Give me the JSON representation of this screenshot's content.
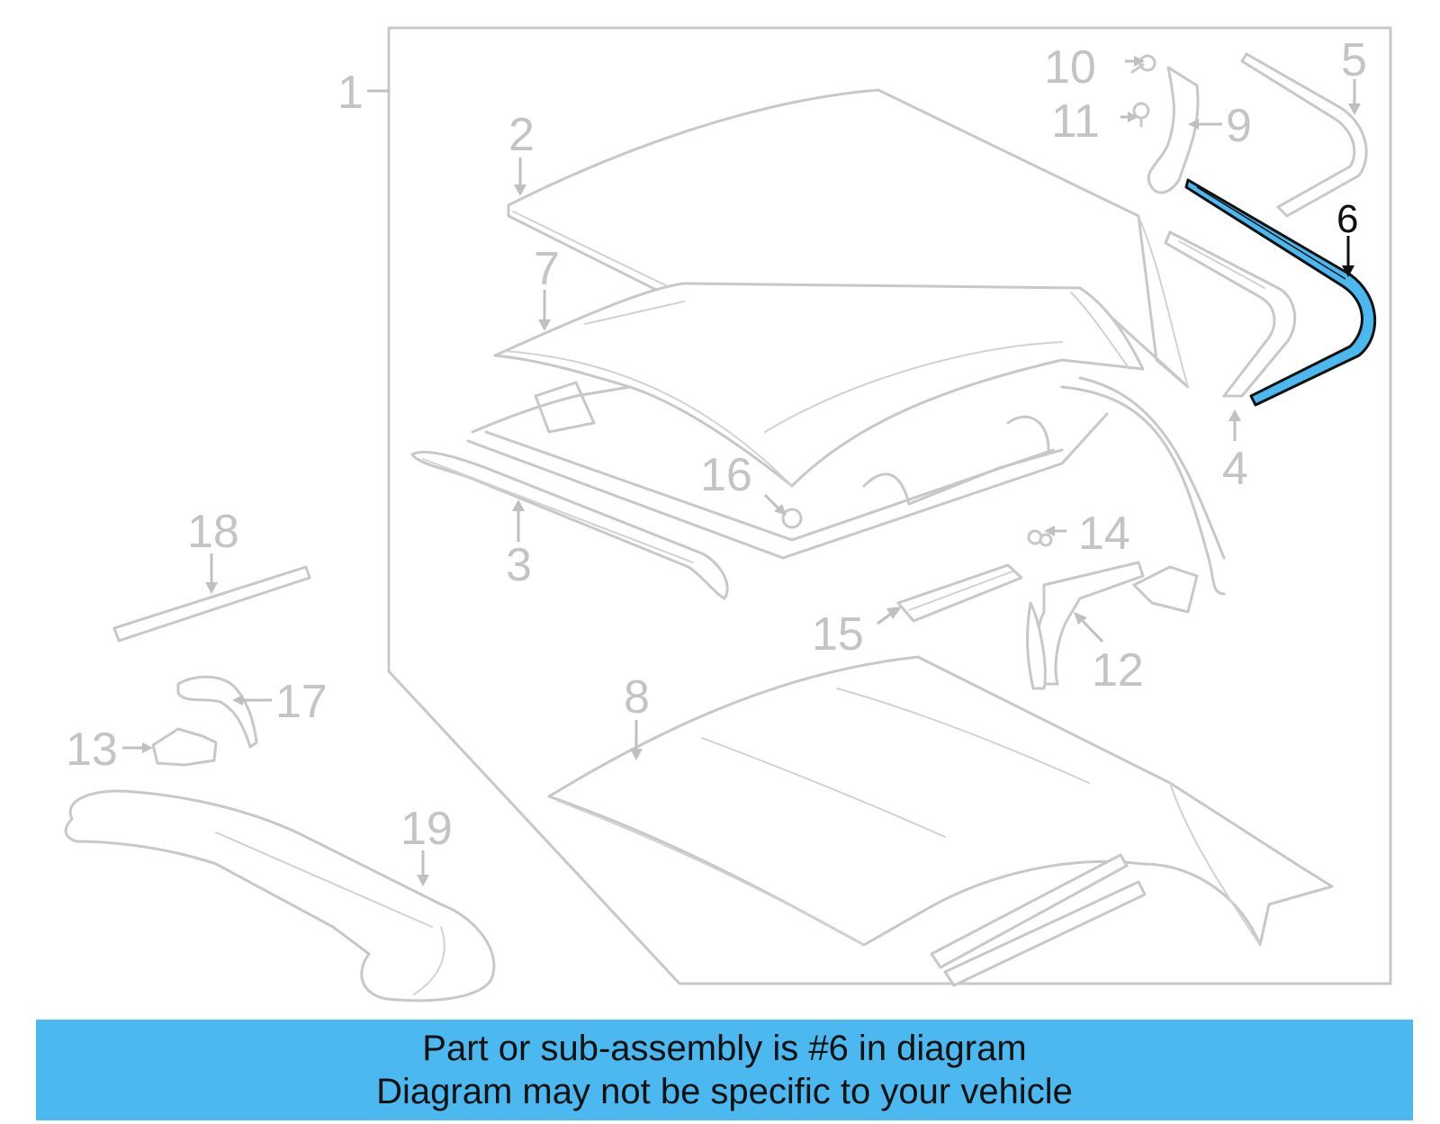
{
  "diagram": {
    "callouts": {
      "c1": "1",
      "c2": "2",
      "c3": "3",
      "c4": "4",
      "c5": "5",
      "c6": "6",
      "c7": "7",
      "c8": "8",
      "c9": "9",
      "c10": "10",
      "c11": "11",
      "c12": "12",
      "c13": "13",
      "c14": "14",
      "c15": "15",
      "c16": "16",
      "c17": "17",
      "c18": "18",
      "c19": "19"
    },
    "highlighted_part": "6",
    "highlight_color": "#4bb8ef",
    "line_color": "#c8c8c8"
  },
  "banner": {
    "line1": "Part or sub-assembly is #6 in diagram",
    "line2": "Diagram may not be specific to your vehicle",
    "background": "#4bb8ef"
  }
}
